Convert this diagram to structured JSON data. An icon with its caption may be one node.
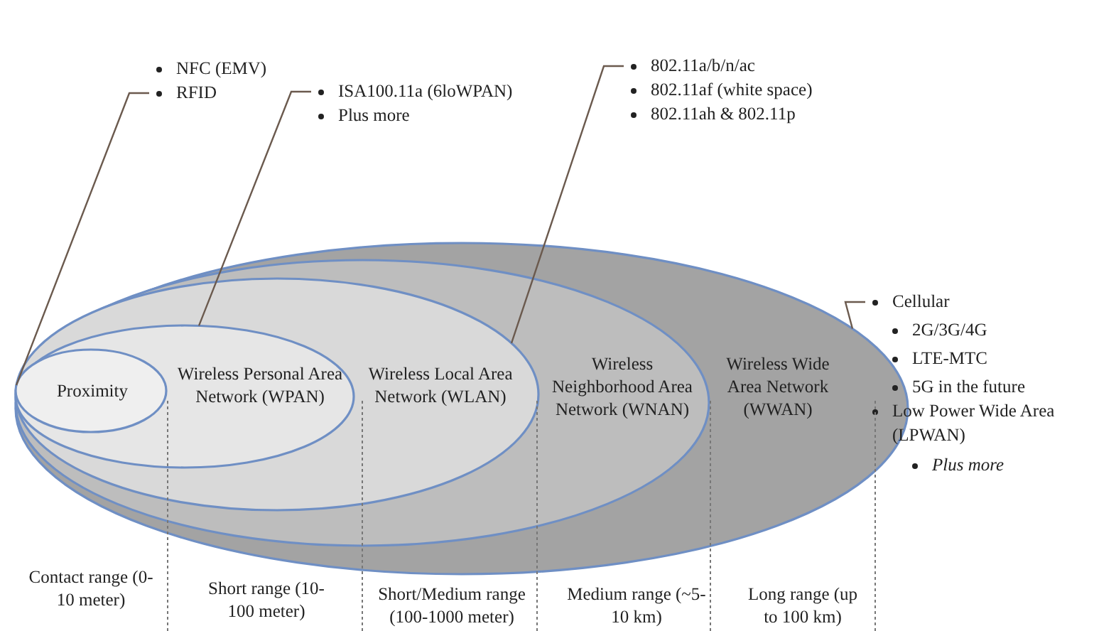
{
  "diagram": {
    "nodes": [
      {
        "text": [
          "Wireless Wide Area Network (WWAN)"
        ]
      },
      {
        "text": [
          "Wireless Neighborhood Area Network (WNAN)"
        ],
        "in": 0
      },
      {
        "text": [
          "Wireless Local Area Network (WLAN)"
        ],
        "in": 1
      },
      {
        "text": [
          "Wireless Personal Area Network (WPAN)"
        ],
        "in": 2
      },
      {
        "text": [
          "Proximity"
        ],
        "in": 3
      },
      {
        "text": [
          "NFC (EMV)",
          "RFID"
        ]
      },
      {
        "text": [
          "ISA100.11a (6loWPAN)",
          "Plus more"
        ]
      },
      {
        "text": [
          "802.11a/b/n/ac",
          "802.11af (white space)",
          "802.11ah & 802.11p"
        ]
      },
      {
        "text": [
          "Cellular",
          "2G/3G/4G",
          "LTE-MTC",
          "5G in the future",
          "Low Power Wide Area (LPWAN)",
          "Plus more"
        ]
      }
    ],
    "edges": [
      {
        "from": 5,
        "to": 4,
        "arrow": "none"
      },
      {
        "from": 6,
        "to": 3,
        "arrow": "none"
      },
      {
        "from": 7,
        "to": 2,
        "arrow": "none"
      },
      {
        "from": 8,
        "to": 0,
        "arrow": "none"
      }
    ],
    "labels": [
      "Contact range (0-10 meter)",
      "Short range (10-100 meter)",
      "Short/Medium range (100-1000 meter)",
      "Medium range (~5-10 km)",
      "Long range (up to 100 km)"
    ]
  }
}
